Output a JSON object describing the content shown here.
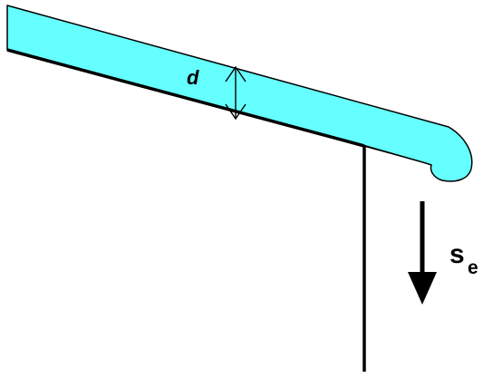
{
  "labels": {
    "depth": "d",
    "settlement_main": "s",
    "settlement_sub": "e"
  },
  "colors": {
    "water": "#66ffff",
    "stroke": "#000000",
    "background": "#ffffff"
  }
}
